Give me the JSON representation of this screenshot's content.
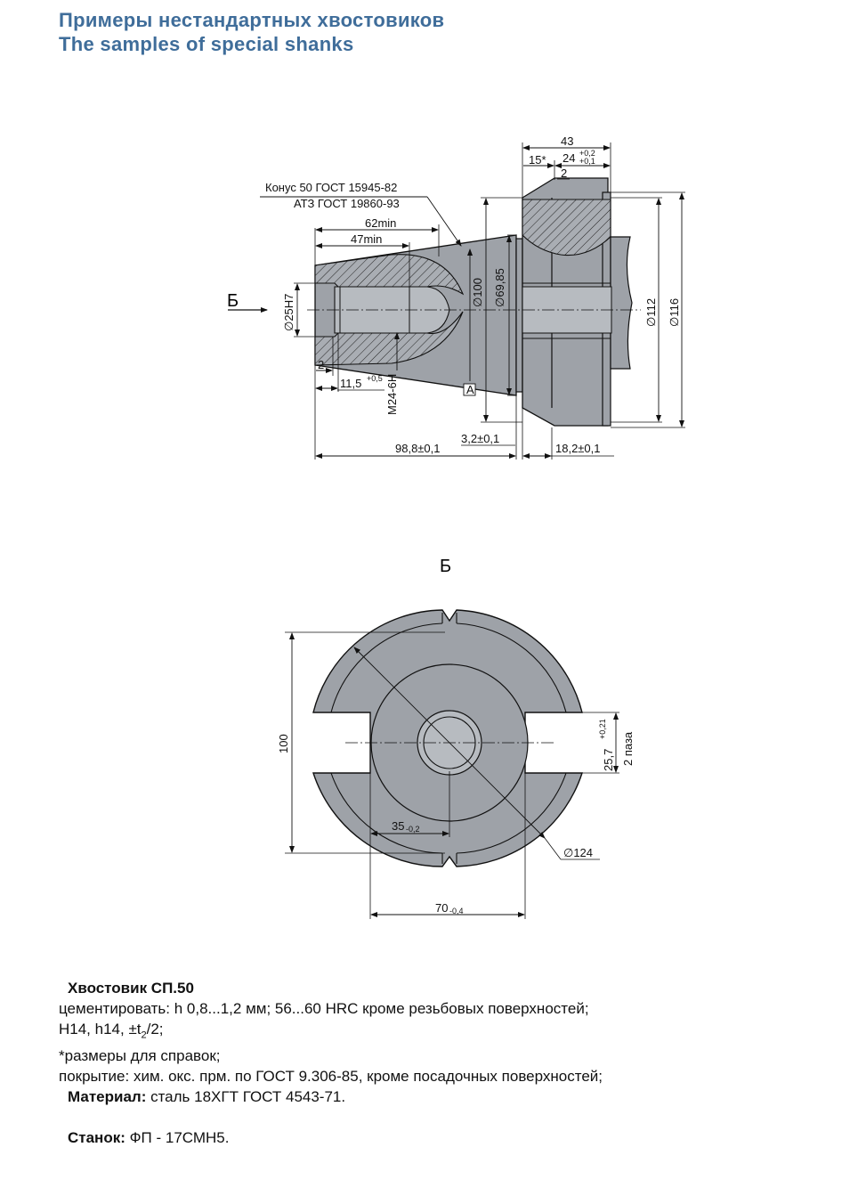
{
  "header": {
    "title_ru": "Примеры нестандартных хвостовиков",
    "title_en": "The samples of special shanks"
  },
  "side_view": {
    "cone_note_1": "Конус 50 ГОСТ 15945-82",
    "cone_note_2": "АТЗ ГОСТ 19860-93",
    "view_marker": "Б",
    "datum": "A",
    "dims": {
      "d43": "43",
      "d24": "24",
      "d24_tol_upper": "+0,2",
      "d24_tol_lower": "+0,1",
      "d15": "15*",
      "d2_top": "2",
      "d62": "62min",
      "d47": "47min",
      "d25": "∅25H7",
      "d100": "∅100",
      "d69": "∅69,85",
      "d112": "∅112",
      "d116": "∅116",
      "d2_bottom": "2",
      "d11": "11,5",
      "d11_tol": "+0,5",
      "thread": "M24-6H",
      "d98": "98,8±0,1",
      "d3": "3,2±0,1",
      "d18": "18,2±0,1"
    }
  },
  "front_view": {
    "label": "Б",
    "dims": {
      "h100": "100",
      "slot": "25,7",
      "slot_tol": "+0,21",
      "slot_count": "2 паза",
      "d124": "∅124",
      "d35": "35",
      "d35_tol": "-0,2",
      "d70": "70",
      "d70_tol": "-0,4"
    }
  },
  "notes": {
    "product_label": "Хвостовик СП.50",
    "line1": "цементировать: h 0,8...1,2 мм; 56...60 HRC кроме резьбовых поверхностей;",
    "line2_a": "H14, h14, ±t",
    "line2_sub": "2",
    "line2_b": "/2;",
    "line3": "*размеры для справок;",
    "line4": "покрытие: хим. окс. прм. по ГОСТ 9.306-85, кроме посадочных поверхностей;",
    "material_label": "Материал:",
    "material_value": " сталь 18ХГТ ГОСТ 4543-71.",
    "machine_label": "Станок:",
    "machine_value": " ФП - 17СМН5."
  },
  "colors": {
    "title": "#3f6d9a",
    "metal_fill": "#9ea2a8",
    "line": "#111111"
  }
}
